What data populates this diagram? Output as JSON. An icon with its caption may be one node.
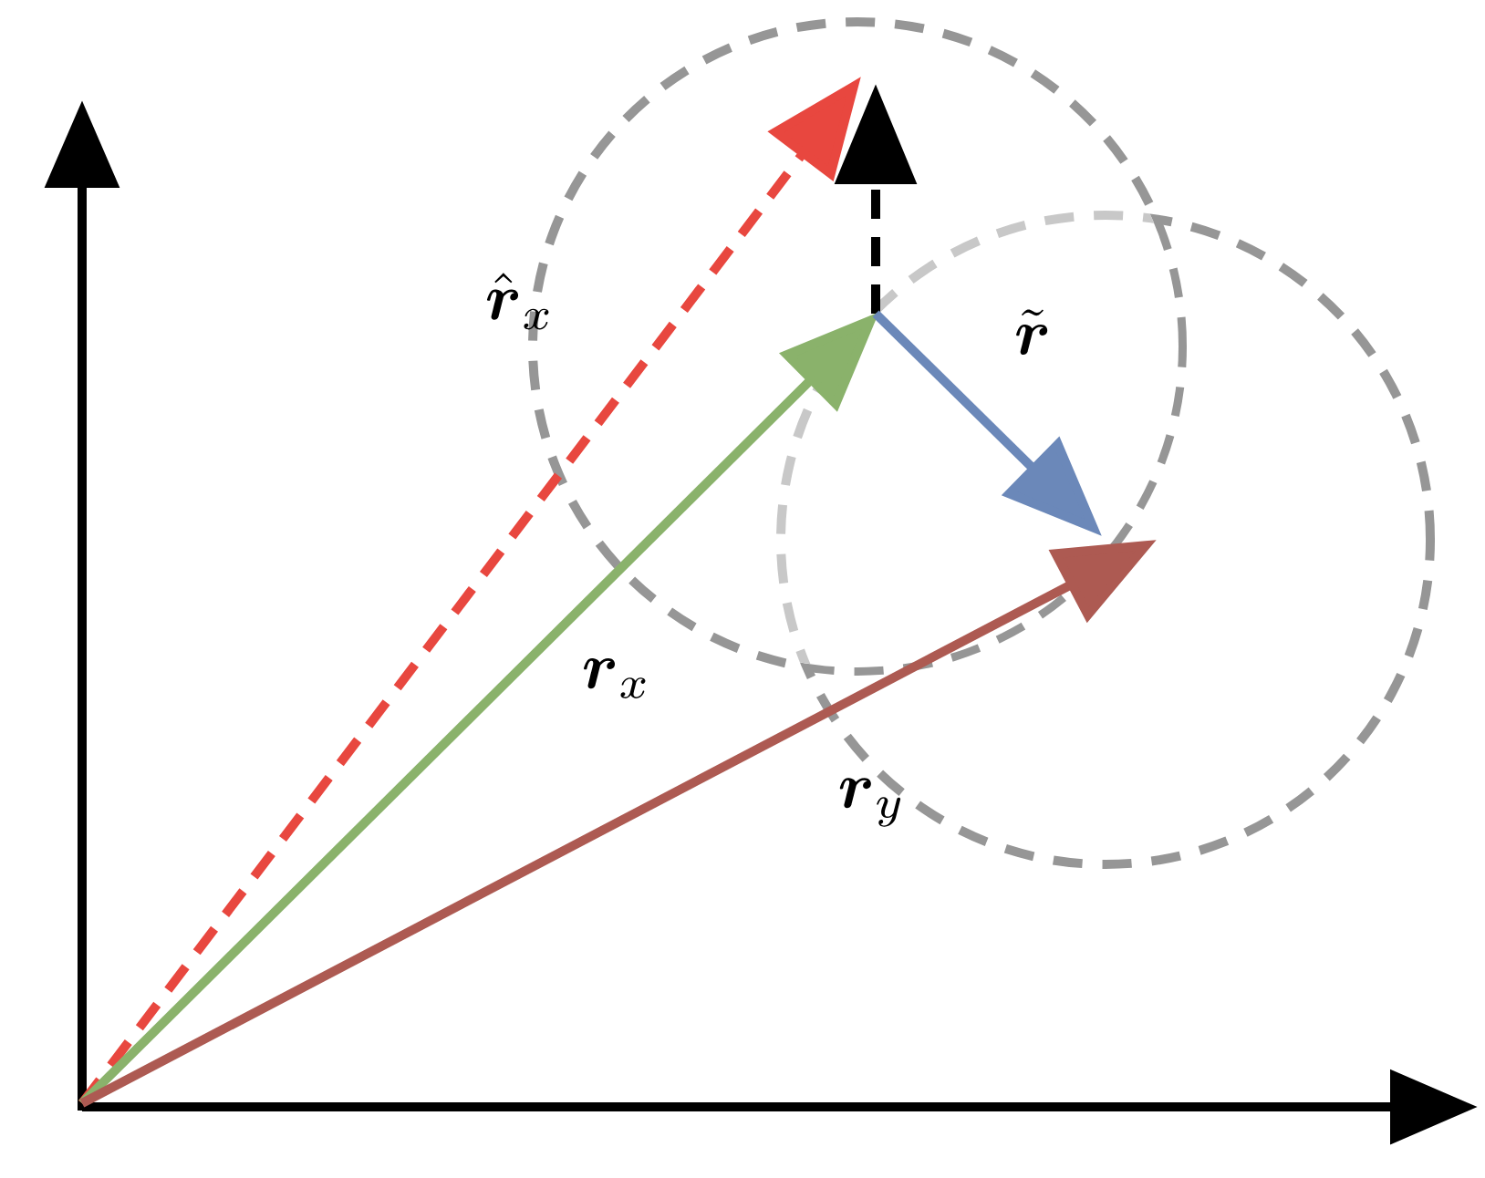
{
  "diagram": {
    "labels": [
      "\\hat{\\boldsymbol{r}}_x",
      "\\tilde{\\boldsymbol{r}}",
      "\\boldsymbol{r}_x",
      "\\boldsymbol{r}_y"
    ]
  }
}
